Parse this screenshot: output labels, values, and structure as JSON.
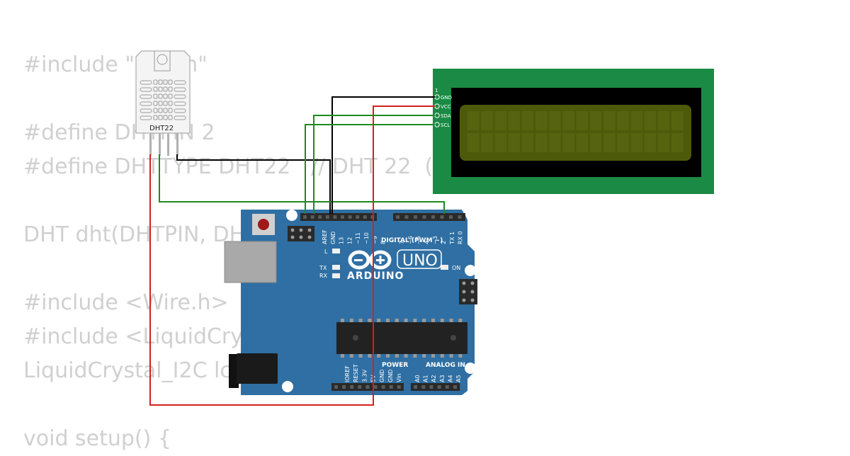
{
  "code_lines": [
    "#include \"DHT.h\"",
    "",
    "#define DHTPIN 2",
    "#define DHTTYPE DHT22   // DHT 22  (AM2302)",
    "",
    "DHT dht(DHTPIN, DHTTYPE);",
    "",
    "#include <Wire.h>",
    "#include <LiquidCrystal_I2C.h>",
    "LiquidCrystal_I2C lcd(0x27, 16, 2);",
    "",
    "void setup() {"
  ],
  "sensor": {
    "label": "DHT22"
  },
  "lcd": {
    "pin_number": "1",
    "pins": [
      "GND",
      "VCC",
      "SDA",
      "SCL"
    ]
  },
  "arduino": {
    "brand": "ARDUINO",
    "model": "UNO",
    "digital_header_label": "DIGITAL (PWM ~)",
    "power_label": "POWER",
    "analog_label": "ANALOG IN",
    "on_label": "ON",
    "led_l": "L",
    "led_tx": "TX",
    "led_rx": "RX",
    "top_pins_left": [
      "AREF",
      "GND",
      "13",
      "12",
      "~11",
      "~10",
      "~9",
      "8"
    ],
    "top_pins_right": [
      "7",
      "~6",
      "~5",
      "4",
      "~3",
      "2",
      "TX 1",
      "RX 0"
    ],
    "power_pins": [
      "IOREF",
      "RESET",
      "3.3V",
      "5V",
      "GND",
      "GND",
      "Vin"
    ],
    "analog_pins": [
      "A0",
      "A1",
      "A2",
      "A3",
      "A4",
      "A5"
    ]
  },
  "colors": {
    "board": "#2f6fa3",
    "lcd_pcb": "#1b8a44",
    "lcd_screen": "#4d5a0a",
    "wire_black": "#000000",
    "wire_red": "#d42020",
    "wire_green": "#1f8a1f"
  }
}
